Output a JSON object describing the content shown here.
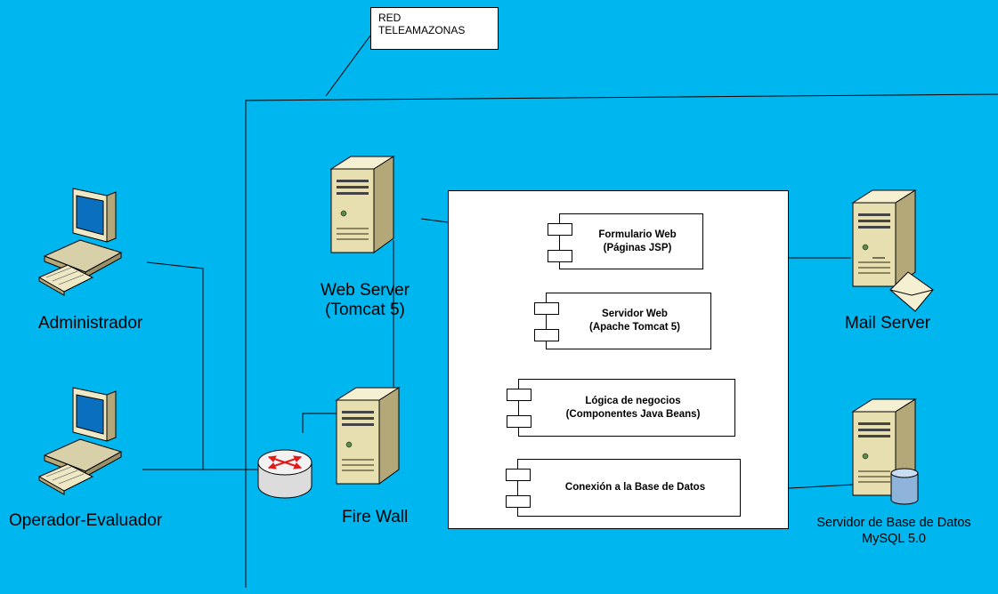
{
  "network": {
    "label": "RED\nTELEAMAZONAS"
  },
  "nodes": {
    "admin": {
      "label": "Administrador",
      "icon": "desktop-computer-icon"
    },
    "operator": {
      "label": "Operador-Evaluador",
      "icon": "desktop-computer-icon"
    },
    "router": {
      "icon": "router-icon"
    },
    "webserver": {
      "line1": "Web Server",
      "line2": "(Tomcat 5)",
      "icon": "server-tower-icon"
    },
    "firewall": {
      "label": "Fire Wall",
      "icon": "server-tower-icon"
    },
    "mailserver": {
      "label": "Mail Server",
      "icon": "mail-server-icon"
    },
    "dbserver": {
      "line1": "Servidor de Base de Datos",
      "line2": "MySQL 5.0",
      "icon": "database-server-icon"
    }
  },
  "components": [
    {
      "line1": "Formulario Web",
      "line2": "(Páginas JSP)"
    },
    {
      "line1": "Servidor Web",
      "line2": "(Apache Tomcat 5)"
    },
    {
      "line1": "Lógica de negocios",
      "line2": "(Componentes Java Beans)"
    },
    {
      "line1": "Conexión a la Base de Datos",
      "line2": ""
    }
  ],
  "colors": {
    "background": "#00b6ef",
    "server_body": "#e8dfb0",
    "monitor_screen": "#0a6fbf"
  }
}
